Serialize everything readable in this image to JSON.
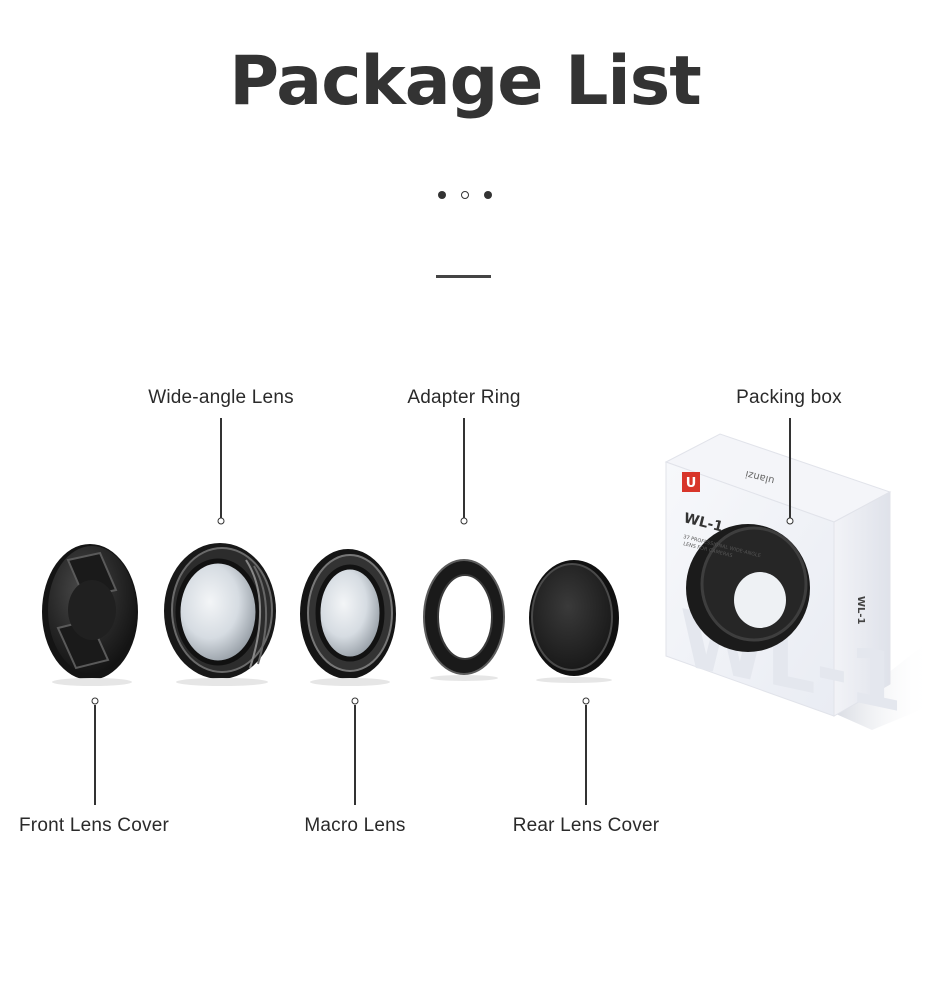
{
  "title": "Package List",
  "items": {
    "wide_angle_lens": "Wide-angle Lens",
    "adapter_ring": "Adapter Ring",
    "packing_box": "Packing box",
    "front_lens_cover": "Front Lens Cover",
    "macro_lens": "Macro Lens",
    "rear_lens_cover": "Rear Lens Cover"
  },
  "box": {
    "logo_letter": "U",
    "model": "WL-1",
    "brand_top": "ulanzi",
    "side_text": "WL-1",
    "face_watermark": "WL-1",
    "subtitle_line1": "37 PROFESSIONAL WIDE-ANGLE",
    "subtitle_line2": "LENS FOR CAMERAS"
  },
  "colors": {
    "accent_red": "#d8352a",
    "text": "#2a2a2a",
    "lens_dark": "#1c1c1c"
  }
}
